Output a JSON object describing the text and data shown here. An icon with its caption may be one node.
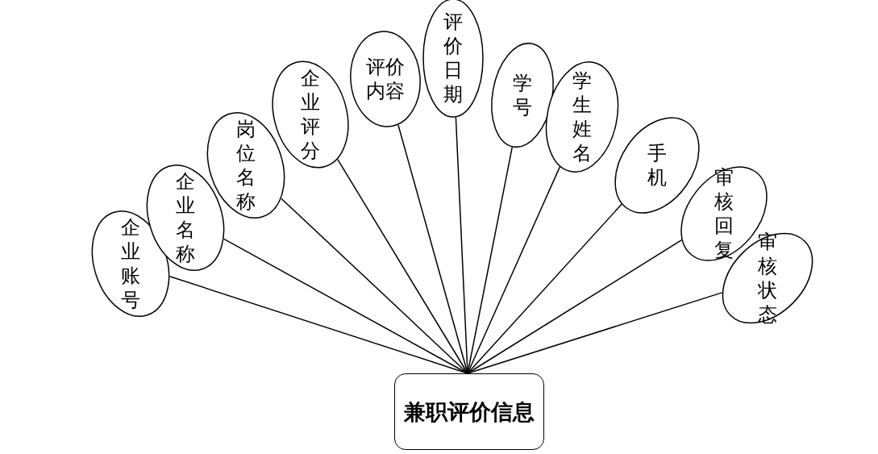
{
  "diagram": {
    "nodes": [
      {
        "text": [
          "兼职评价信息"
        ]
      },
      {
        "text": [
          "企业账号"
        ]
      },
      {
        "text": [
          "企业名称"
        ]
      },
      {
        "text": [
          "岗位名称"
        ]
      },
      {
        "text": [
          "企业评分"
        ]
      },
      {
        "text": [
          "评价内容"
        ]
      },
      {
        "text": [
          "评价日期"
        ]
      },
      {
        "text": [
          "学号"
        ]
      },
      {
        "text": [
          "学生姓名"
        ]
      },
      {
        "text": [
          "手机"
        ]
      },
      {
        "text": [
          "审核回复"
        ]
      },
      {
        "text": [
          "审核状态"
        ]
      }
    ],
    "edges": [
      {
        "from": 1,
        "to": 0,
        "arrow": "none"
      },
      {
        "from": 2,
        "to": 0,
        "arrow": "none"
      },
      {
        "from": 3,
        "to": 0,
        "arrow": "none"
      },
      {
        "from": 4,
        "to": 0,
        "arrow": "none"
      },
      {
        "from": 5,
        "to": 0,
        "arrow": "none"
      },
      {
        "from": 6,
        "to": 0,
        "arrow": "none"
      },
      {
        "from": 7,
        "to": 0,
        "arrow": "none"
      },
      {
        "from": 8,
        "to": 0,
        "arrow": "none"
      },
      {
        "from": 9,
        "to": 0,
        "arrow": "none"
      },
      {
        "from": 10,
        "to": 0,
        "arrow": "none"
      },
      {
        "from": 11,
        "to": 0,
        "arrow": "none"
      }
    ]
  }
}
